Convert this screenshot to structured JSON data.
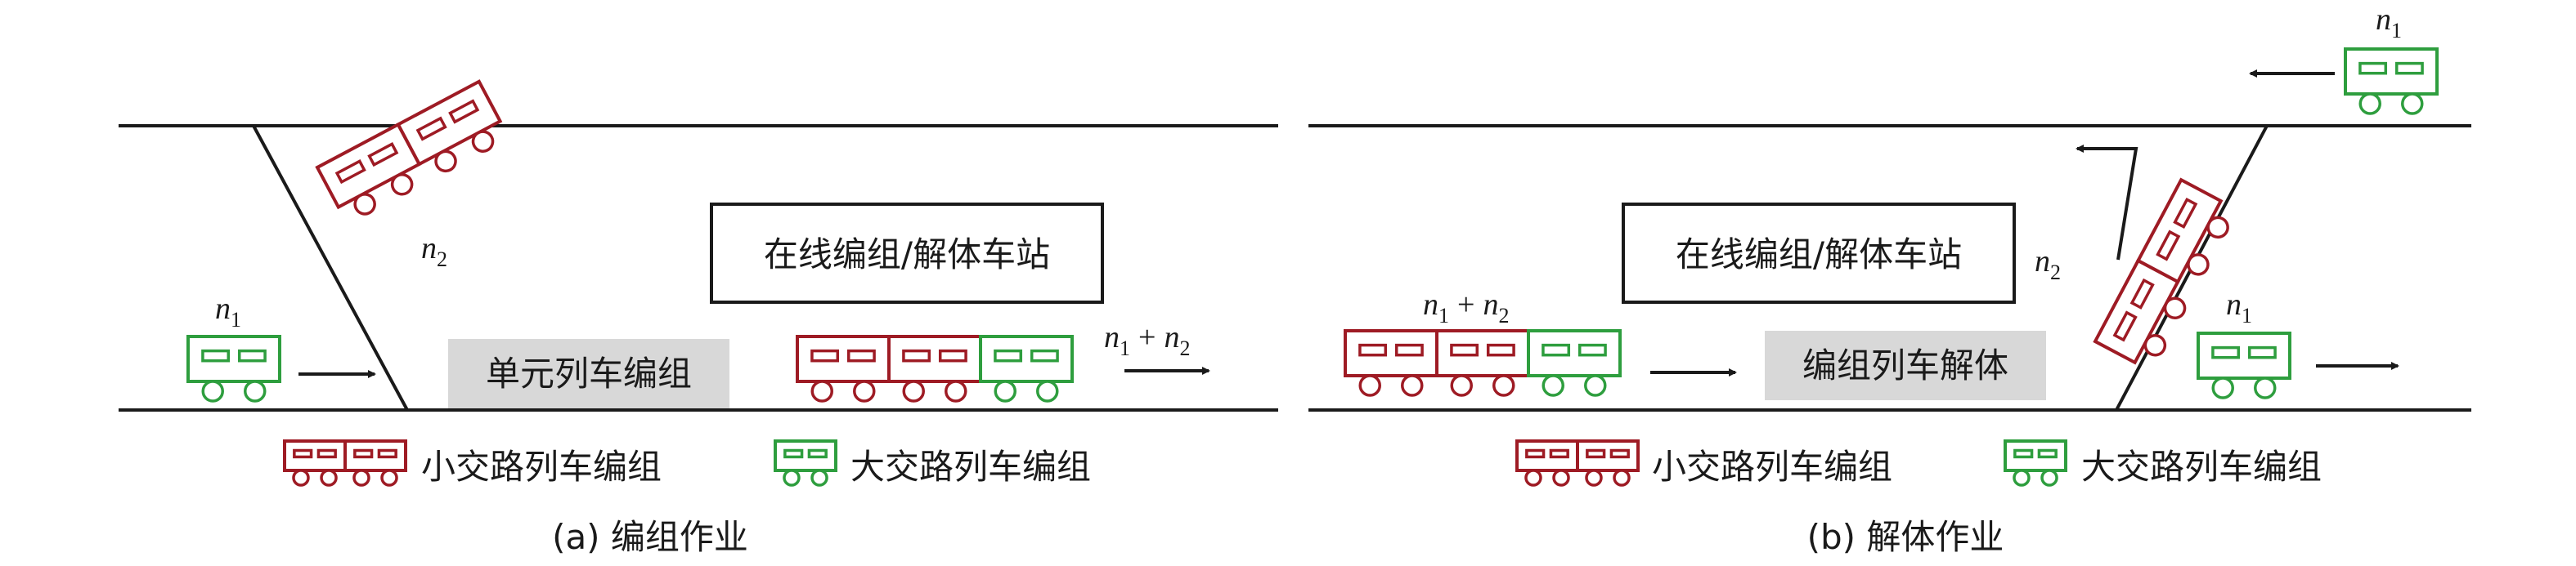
{
  "colors": {
    "small_route": "#9e1b24",
    "large_route": "#2e9e3e",
    "line": "#1a1a1a",
    "label_fill": "#d8d8d8"
  },
  "panels": [
    {
      "caption": "(a) 编组作业",
      "station_label": "在线编组/解体车站",
      "op_label": "单元列车编组",
      "var_n1": "n",
      "var_n1_sub": "1",
      "var_n2": "n",
      "var_n2_sub": "2",
      "out_expr_left": "n",
      "out_expr_left_sub": "1",
      "out_expr_op": "+",
      "out_expr_right": "n",
      "out_expr_right_sub": "2"
    },
    {
      "caption": "(b) 解体作业",
      "station_label": "在线编组/解体车站",
      "op_label": "编组列车解体",
      "in_expr_left": "n",
      "in_expr_left_sub": "1",
      "in_expr_op": "+",
      "in_expr_right": "n",
      "in_expr_right_sub": "2",
      "var_n1_top": "n",
      "var_n1_top_sub": "1",
      "var_n2": "n",
      "var_n2_sub": "2",
      "var_n1_out": "n",
      "var_n1_out_sub": "1"
    }
  ],
  "legend": {
    "small_route_label": "小交路列车编组",
    "large_route_label": "大交路列车编组"
  }
}
